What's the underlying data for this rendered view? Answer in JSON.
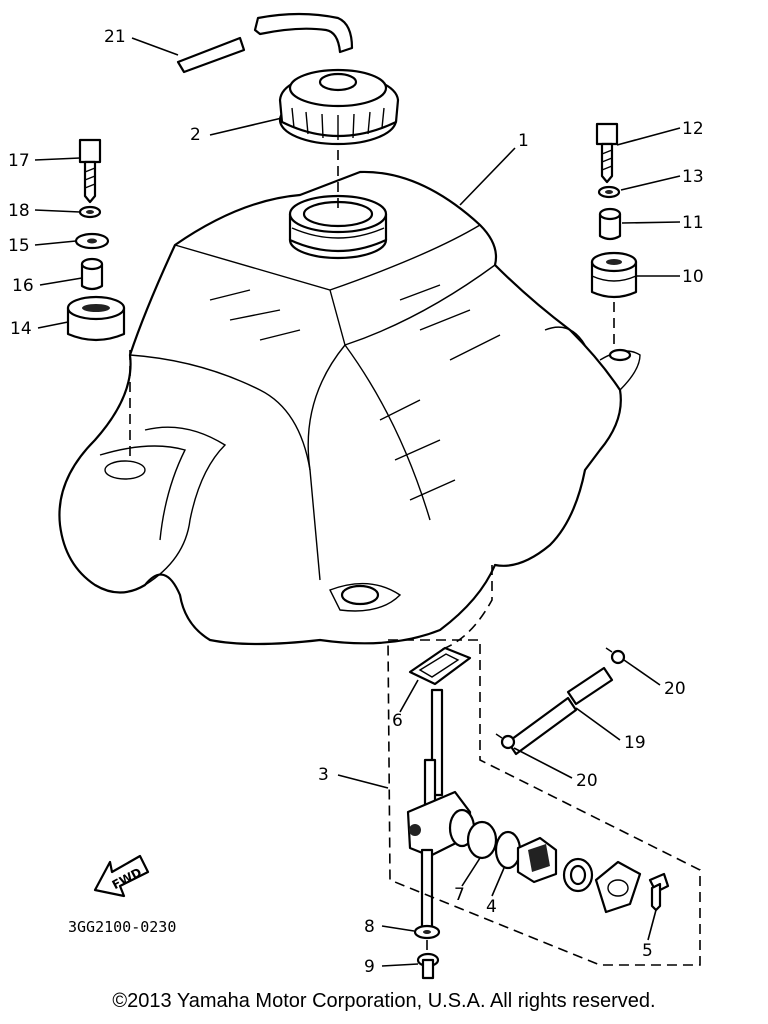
{
  "diagram": {
    "callouts": {
      "c1": "1",
      "c2": "2",
      "c3": "3",
      "c4": "4",
      "c5": "5",
      "c6": "6",
      "c7": "7",
      "c8": "8",
      "c9": "9",
      "c10": "10",
      "c11": "11",
      "c12": "12",
      "c13": "13",
      "c14": "14",
      "c15": "15",
      "c16": "16",
      "c17": "17",
      "c18": "18",
      "c19": "19",
      "c20a": "20",
      "c20b": "20",
      "c21": "21"
    },
    "part_code": "3GG2100-0230",
    "fwd_label": "FWD"
  },
  "footer": {
    "copyright": "©2013 Yamaha Motor Corporation, U.S.A. All rights reserved."
  }
}
